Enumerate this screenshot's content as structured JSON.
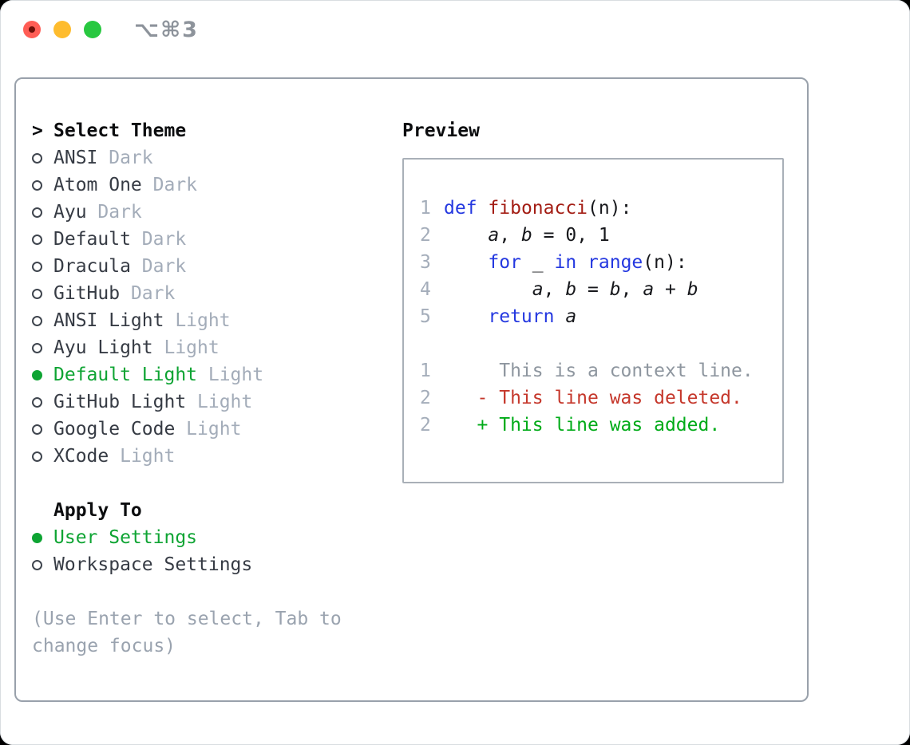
{
  "window": {
    "shortcut": "⌥⌘3"
  },
  "colors": {
    "accent_green": "#0ea433",
    "keyword_blue": "#2438e0",
    "function_red": "#a31d14",
    "deleted_red": "#c5372b",
    "added_green": "#00ab18",
    "muted_gray": "#9aa3af",
    "line_number_gray": "#a4adba",
    "panel_border": "#99a1ab",
    "traffic_red": "#ff5d55",
    "traffic_yellow": "#febc2e",
    "traffic_green": "#28c840"
  },
  "theme_panel": {
    "header": {
      "prompt": ">",
      "label": "Select Theme"
    },
    "themes": [
      {
        "name": "ANSI",
        "variant": "Dark",
        "selected": false
      },
      {
        "name": "Atom One",
        "variant": "Dark",
        "selected": false
      },
      {
        "name": "Ayu",
        "variant": "Dark",
        "selected": false
      },
      {
        "name": "Default",
        "variant": "Dark",
        "selected": false
      },
      {
        "name": "Dracula",
        "variant": "Dark",
        "selected": false
      },
      {
        "name": "GitHub",
        "variant": "Dark",
        "selected": false
      },
      {
        "name": "ANSI Light",
        "variant": "Light",
        "selected": false
      },
      {
        "name": "Ayu Light",
        "variant": "Light",
        "selected": false
      },
      {
        "name": "Default Light",
        "variant": "Light",
        "selected": true
      },
      {
        "name": "GitHub Light",
        "variant": "Light",
        "selected": false
      },
      {
        "name": "Google Code",
        "variant": "Light",
        "selected": false
      },
      {
        "name": "XCode",
        "variant": "Light",
        "selected": false
      }
    ],
    "apply_to": {
      "label": "Apply To",
      "options": [
        {
          "label": "User Settings",
          "selected": true
        },
        {
          "label": "Workspace Settings",
          "selected": false
        }
      ]
    },
    "help_lines": [
      "(Use Enter to select, Tab to",
      "change focus)"
    ]
  },
  "preview": {
    "title": "Preview",
    "lines": [
      {
        "num": "1",
        "tokens": [
          {
            "t": "def",
            "c": "kw"
          },
          {
            "t": " ",
            "c": "pl"
          },
          {
            "t": "fibonacci",
            "c": "fn"
          },
          {
            "t": "(n):",
            "c": "pl"
          }
        ]
      },
      {
        "num": "2",
        "tokens": [
          {
            "t": "    ",
            "c": "pl"
          },
          {
            "t": "a",
            "c": "var"
          },
          {
            "t": ", ",
            "c": "pl"
          },
          {
            "t": "b",
            "c": "var"
          },
          {
            "t": " = 0, 1",
            "c": "pl"
          }
        ]
      },
      {
        "num": "3",
        "tokens": [
          {
            "t": "    ",
            "c": "pl"
          },
          {
            "t": "for",
            "c": "kw"
          },
          {
            "t": " _ ",
            "c": "pl"
          },
          {
            "t": "in",
            "c": "kw"
          },
          {
            "t": " ",
            "c": "pl"
          },
          {
            "t": "range",
            "c": "kw"
          },
          {
            "t": "(n):",
            "c": "pl"
          }
        ]
      },
      {
        "num": "4",
        "tokens": [
          {
            "t": "        ",
            "c": "pl"
          },
          {
            "t": "a",
            "c": "var"
          },
          {
            "t": ", ",
            "c": "pl"
          },
          {
            "t": "b",
            "c": "var"
          },
          {
            "t": " = ",
            "c": "pl"
          },
          {
            "t": "b",
            "c": "var"
          },
          {
            "t": ", ",
            "c": "pl"
          },
          {
            "t": "a",
            "c": "var"
          },
          {
            "t": " + ",
            "c": "pl"
          },
          {
            "t": "b",
            "c": "var"
          }
        ]
      },
      {
        "num": "5",
        "tokens": [
          {
            "t": "    ",
            "c": "pl"
          },
          {
            "t": "return",
            "c": "kw"
          },
          {
            "t": " ",
            "c": "pl"
          },
          {
            "t": "a",
            "c": "var"
          }
        ]
      },
      {
        "num": "",
        "tokens": []
      },
      {
        "num": "1",
        "tokens": [
          {
            "t": "     This is a context line.",
            "c": "ctx"
          }
        ]
      },
      {
        "num": "2",
        "tokens": [
          {
            "t": "   - This line was deleted.",
            "c": "del"
          }
        ]
      },
      {
        "num": "2",
        "tokens": [
          {
            "t": "   + This line was added.",
            "c": "add"
          }
        ]
      }
    ]
  }
}
